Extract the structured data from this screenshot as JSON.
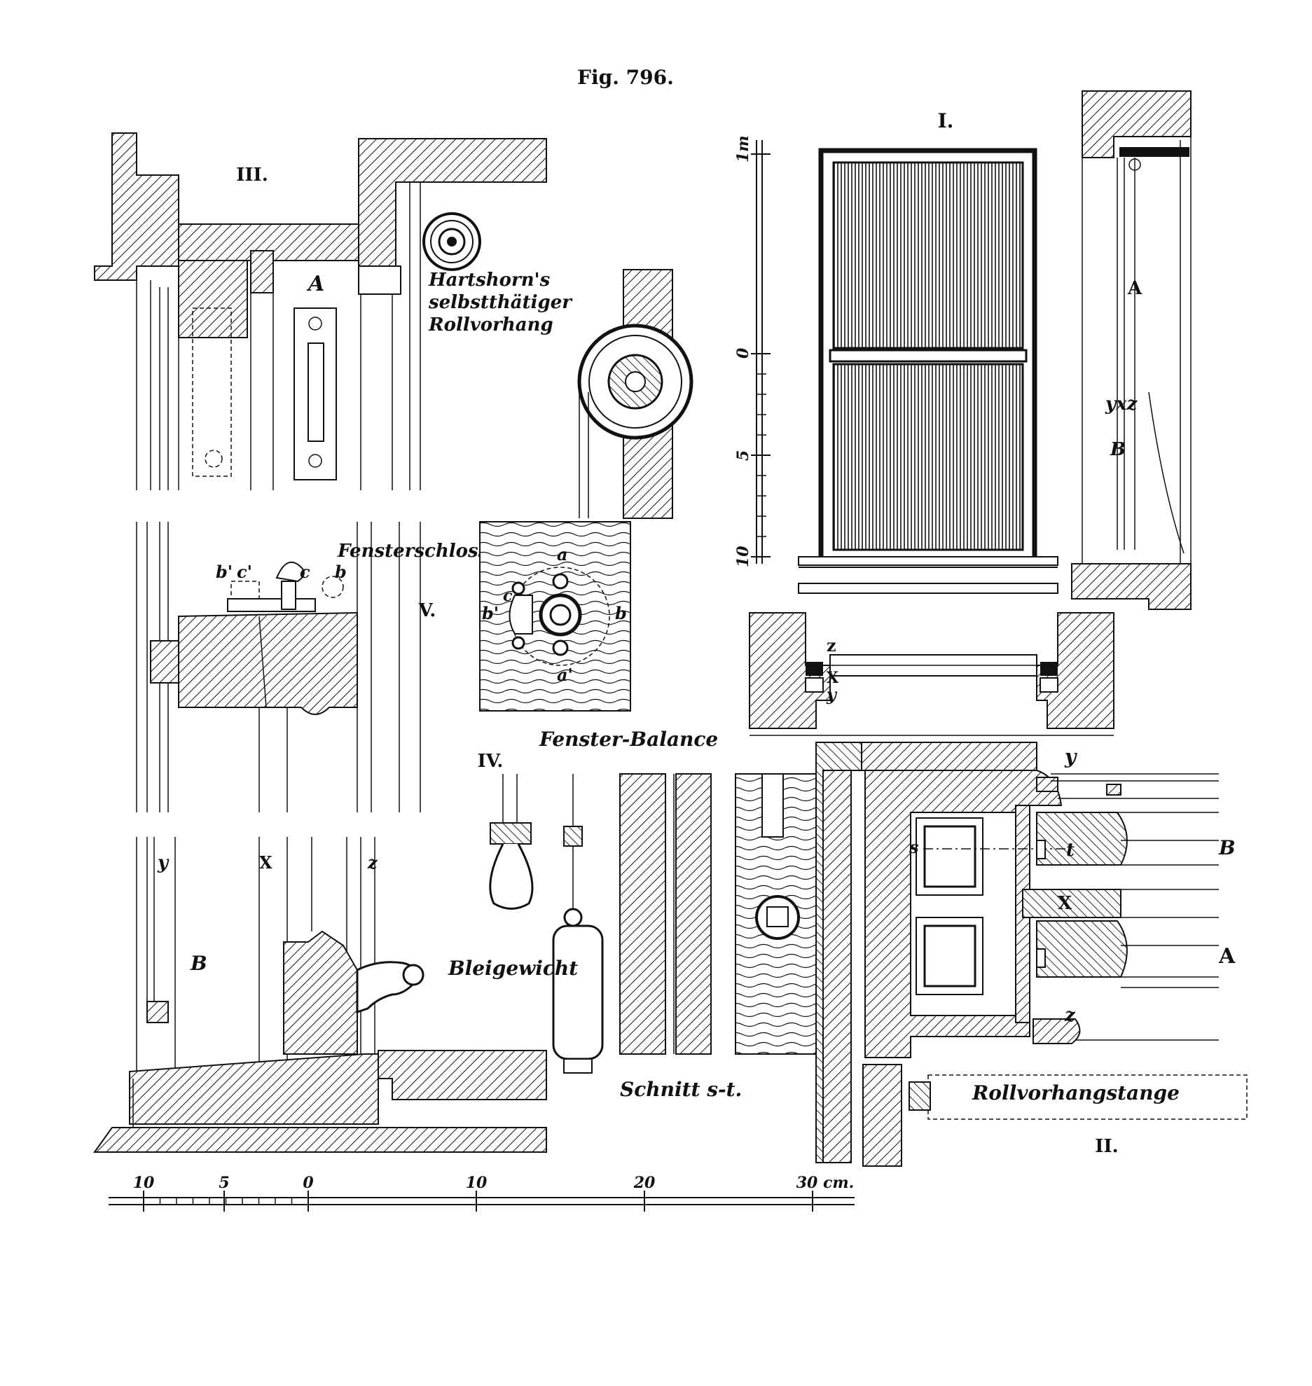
{
  "figure": {
    "title": "Fig. 796."
  },
  "panels": {
    "p1": {
      "label": "I.",
      "scale_labels": [
        "1m",
        "0",
        "5",
        "10"
      ]
    },
    "p2": {
      "label": "II.",
      "rod_label": "Rollvorhangstange"
    },
    "p3": {
      "label": "III.",
      "caption_line1": "Hartshorn's",
      "caption_line2": "selbstthätiger",
      "caption_line3": "Rollvorhang"
    },
    "p4": {
      "label": "IV.",
      "caption_balance": "Fenster-Balance",
      "caption_weight": "Bleigewicht",
      "caption_section": "Schnitt s-t."
    },
    "p5": {
      "label": "V.",
      "caption_lock": "Fensterschloss"
    }
  },
  "letters": {
    "A": "A",
    "B": "B",
    "X": "X",
    "y": "y",
    "z": "z",
    "yxz": "yxz",
    "a": "a",
    "a_prime": "a'",
    "b": "b",
    "b_prime": "b'",
    "c": "c",
    "c_prime": "c'",
    "s": "s",
    "t": "t"
  },
  "scale_bar": {
    "ticks": [
      "10",
      "5",
      "0",
      "10",
      "20",
      "30 cm."
    ]
  }
}
